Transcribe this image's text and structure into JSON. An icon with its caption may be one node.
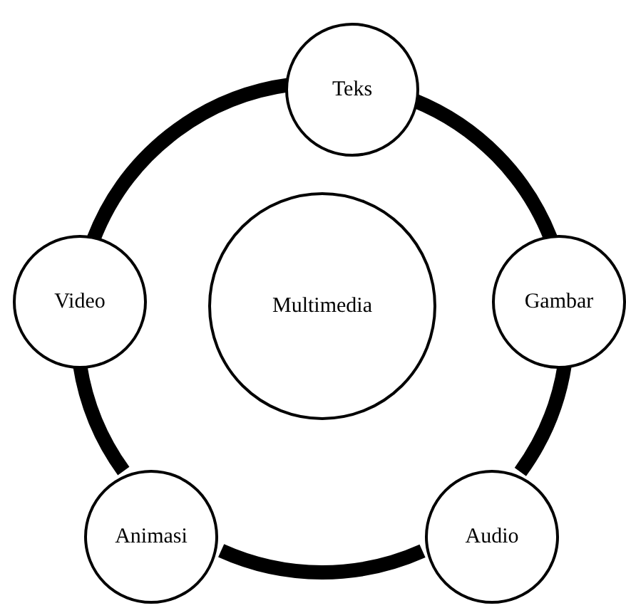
{
  "diagram": {
    "nodes": [
      {
        "text": [
          "Multimedia"
        ]
      },
      {
        "text": [
          "Teks"
        ]
      },
      {
        "text": [
          "Gambar"
        ]
      },
      {
        "text": [
          "Audio"
        ]
      },
      {
        "text": [
          "Animasi"
        ]
      },
      {
        "text": [
          "Video"
        ]
      }
    ],
    "edges": [
      {
        "from": 1,
        "to": 2,
        "arrow": "none"
      },
      {
        "from": 2,
        "to": 3,
        "arrow": "none"
      },
      {
        "from": 3,
        "to": 4,
        "arrow": "none"
      },
      {
        "from": 4,
        "to": 5,
        "arrow": "none"
      },
      {
        "from": 5,
        "to": 1,
        "arrow": "none"
      }
    ]
  }
}
